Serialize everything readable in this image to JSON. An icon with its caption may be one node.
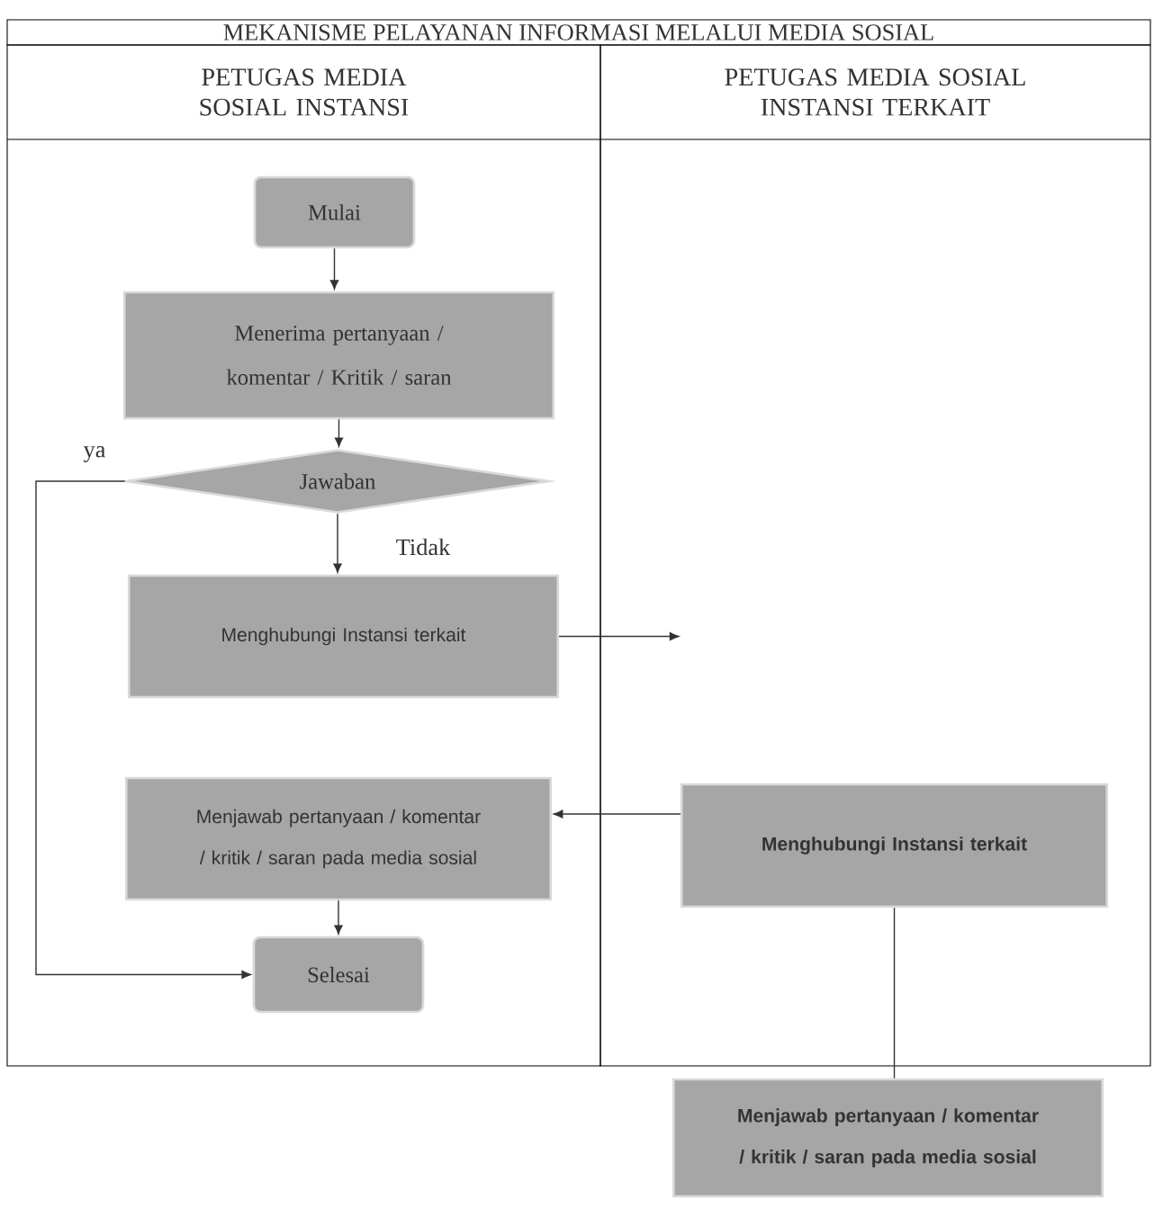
{
  "diagram": {
    "title": "MEKANISME PELAYANAN INFORMASI MELALUI MEDIA SOSIAL",
    "nodes": [
      {
        "text": [
          "PETUGAS MEDIA SOSIAL INSTANSI"
        ]
      },
      {
        "text": [
          "PETUGAS MEDIA SOSIAL INSTANSI TERKAIT"
        ]
      },
      {
        "text": [
          "Mulai"
        ],
        "in": 0
      },
      {
        "text": [
          "Menerima pertanyaan / komentar / Kritik / saran"
        ],
        "in": 0
      },
      {
        "text": [
          "Jawaban"
        ],
        "in": 0
      },
      {
        "text": [
          "Menghubungi Instansi terkait"
        ],
        "in": 0
      },
      {
        "text": [
          "Menjawab pertanyaan / komentar / kritik / saran pada media sosial"
        ],
        "in": 0
      },
      {
        "text": [
          "Selesai"
        ],
        "in": 0
      },
      {
        "text": [
          "Menghubungi Instansi terkait"
        ],
        "in": 1
      },
      {
        "text": [
          "Menjawab pertanyaan / komentar / kritik / saran pada media sosial"
        ]
      }
    ],
    "edges": [
      {
        "from": 2,
        "to": 3,
        "arrow": "to"
      },
      {
        "from": 3,
        "to": 4,
        "arrow": "to"
      },
      {
        "from": 4,
        "to": 5,
        "arrow": "to",
        "label": "Tidak"
      },
      {
        "from": 5,
        "to": null,
        "arrow": "to"
      },
      {
        "from": 8,
        "to": 6,
        "arrow": "to"
      },
      {
        "from": 4,
        "to": 7,
        "arrow": "to",
        "label": "ya"
      },
      {
        "from": 6,
        "to": 7,
        "arrow": "to"
      },
      {
        "from": 8,
        "to": 9,
        "arrow": "none"
      }
    ]
  }
}
